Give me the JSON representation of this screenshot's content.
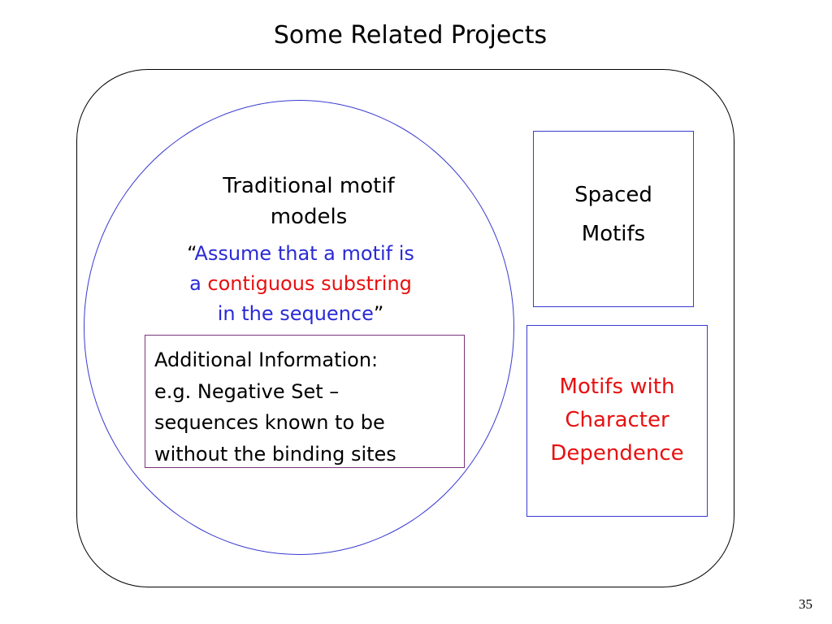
{
  "slide": {
    "title": "Some Related Projects",
    "page_number": "35"
  },
  "traditional": {
    "heading_line1": "Traditional motif",
    "heading_line2": "models",
    "quote": {
      "open_mark": "“",
      "line1": "Assume that a motif is",
      "line2_prefix": "a ",
      "line2_highlight": "contiguous substring",
      "line3": "in the sequence",
      "close_mark": "”"
    }
  },
  "additional_info": {
    "lines": [
      "Additional Information:",
      "e.g. Negative Set –",
      "sequences known to be",
      "without the binding sites"
    ]
  },
  "spaced_motifs": {
    "line1": "Spaced",
    "line2": "Motifs"
  },
  "character_dependence": {
    "line1": "Motifs with",
    "line2": "Character",
    "line3": "Dependence"
  },
  "colors": {
    "quote_blue": "#2a2ad6",
    "highlight_red": "#e81010",
    "circle_border": "#3a3ad0",
    "info_border": "#7a3478"
  }
}
